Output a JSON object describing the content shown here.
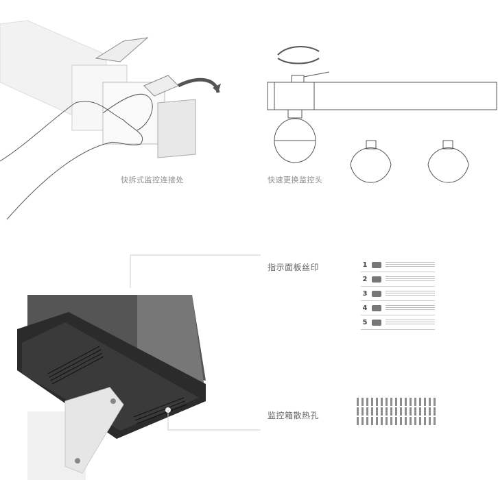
{
  "labels": {
    "quick_release": "快拆式监控连接处",
    "quick_replace": "快速更换监控头",
    "indicator_panel": "指示面板丝印",
    "vent_holes": "监控箱散热孔"
  },
  "panel": {
    "items": [
      {
        "num": "1"
      },
      {
        "num": "2"
      },
      {
        "num": "3"
      },
      {
        "num": "4"
      },
      {
        "num": "5"
      }
    ]
  },
  "colors": {
    "housing": "#3a3a3a",
    "line": "#999999"
  }
}
